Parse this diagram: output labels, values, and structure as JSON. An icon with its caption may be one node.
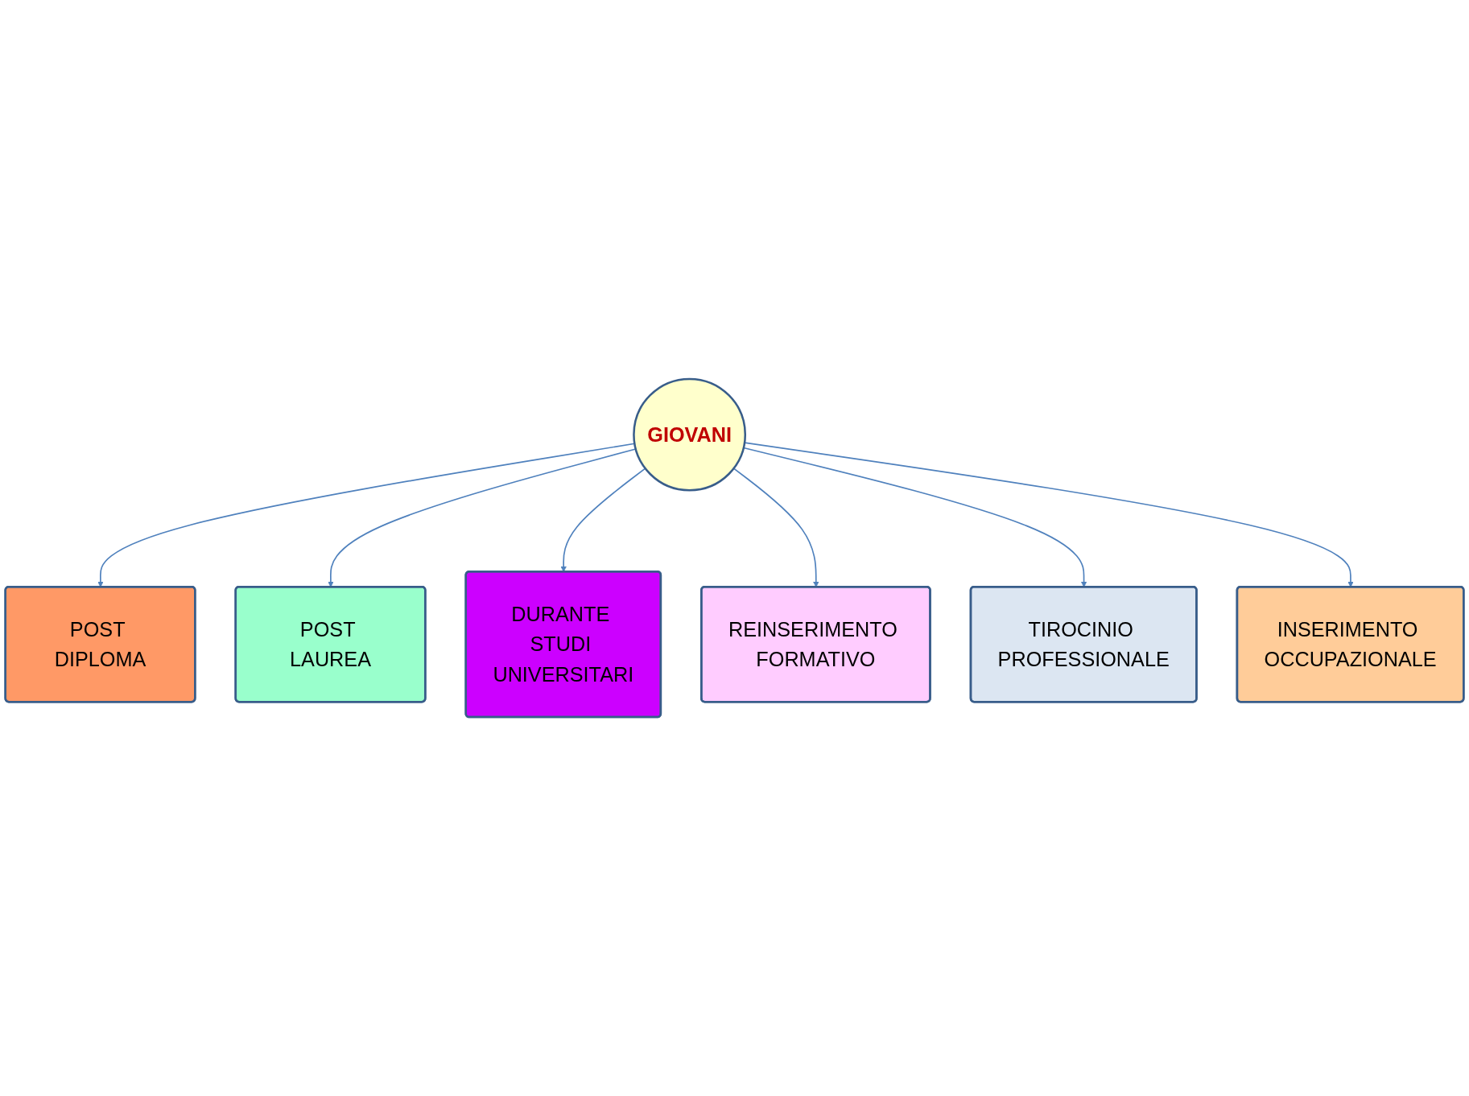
{
  "diagram": {
    "nodes": [
      {
        "text": [
          "GIOVANI"
        ]
      },
      {
        "text": [
          "POST DIPLOMA"
        ]
      },
      {
        "text": [
          "POST LAUREA"
        ]
      },
      {
        "text": [
          "DURANTE STUDI UNIVERSITARI"
        ]
      },
      {
        "text": [
          "REINSERIMENTO FORMATIVO"
        ]
      },
      {
        "text": [
          "TIROCINIO PROFESSIONALE"
        ]
      },
      {
        "text": [
          "INSERIMENTO OCCUPAZIONALE"
        ]
      }
    ],
    "edges": [
      {
        "from": 0,
        "to": 1,
        "arrow": "to"
      },
      {
        "from": 0,
        "to": 2,
        "arrow": "to"
      },
      {
        "from": 0,
        "to": 3,
        "arrow": "to"
      },
      {
        "from": 0,
        "to": 4,
        "arrow": "to"
      },
      {
        "from": 0,
        "to": 5,
        "arrow": "to"
      },
      {
        "from": 0,
        "to": 6,
        "arrow": "to"
      }
    ]
  }
}
